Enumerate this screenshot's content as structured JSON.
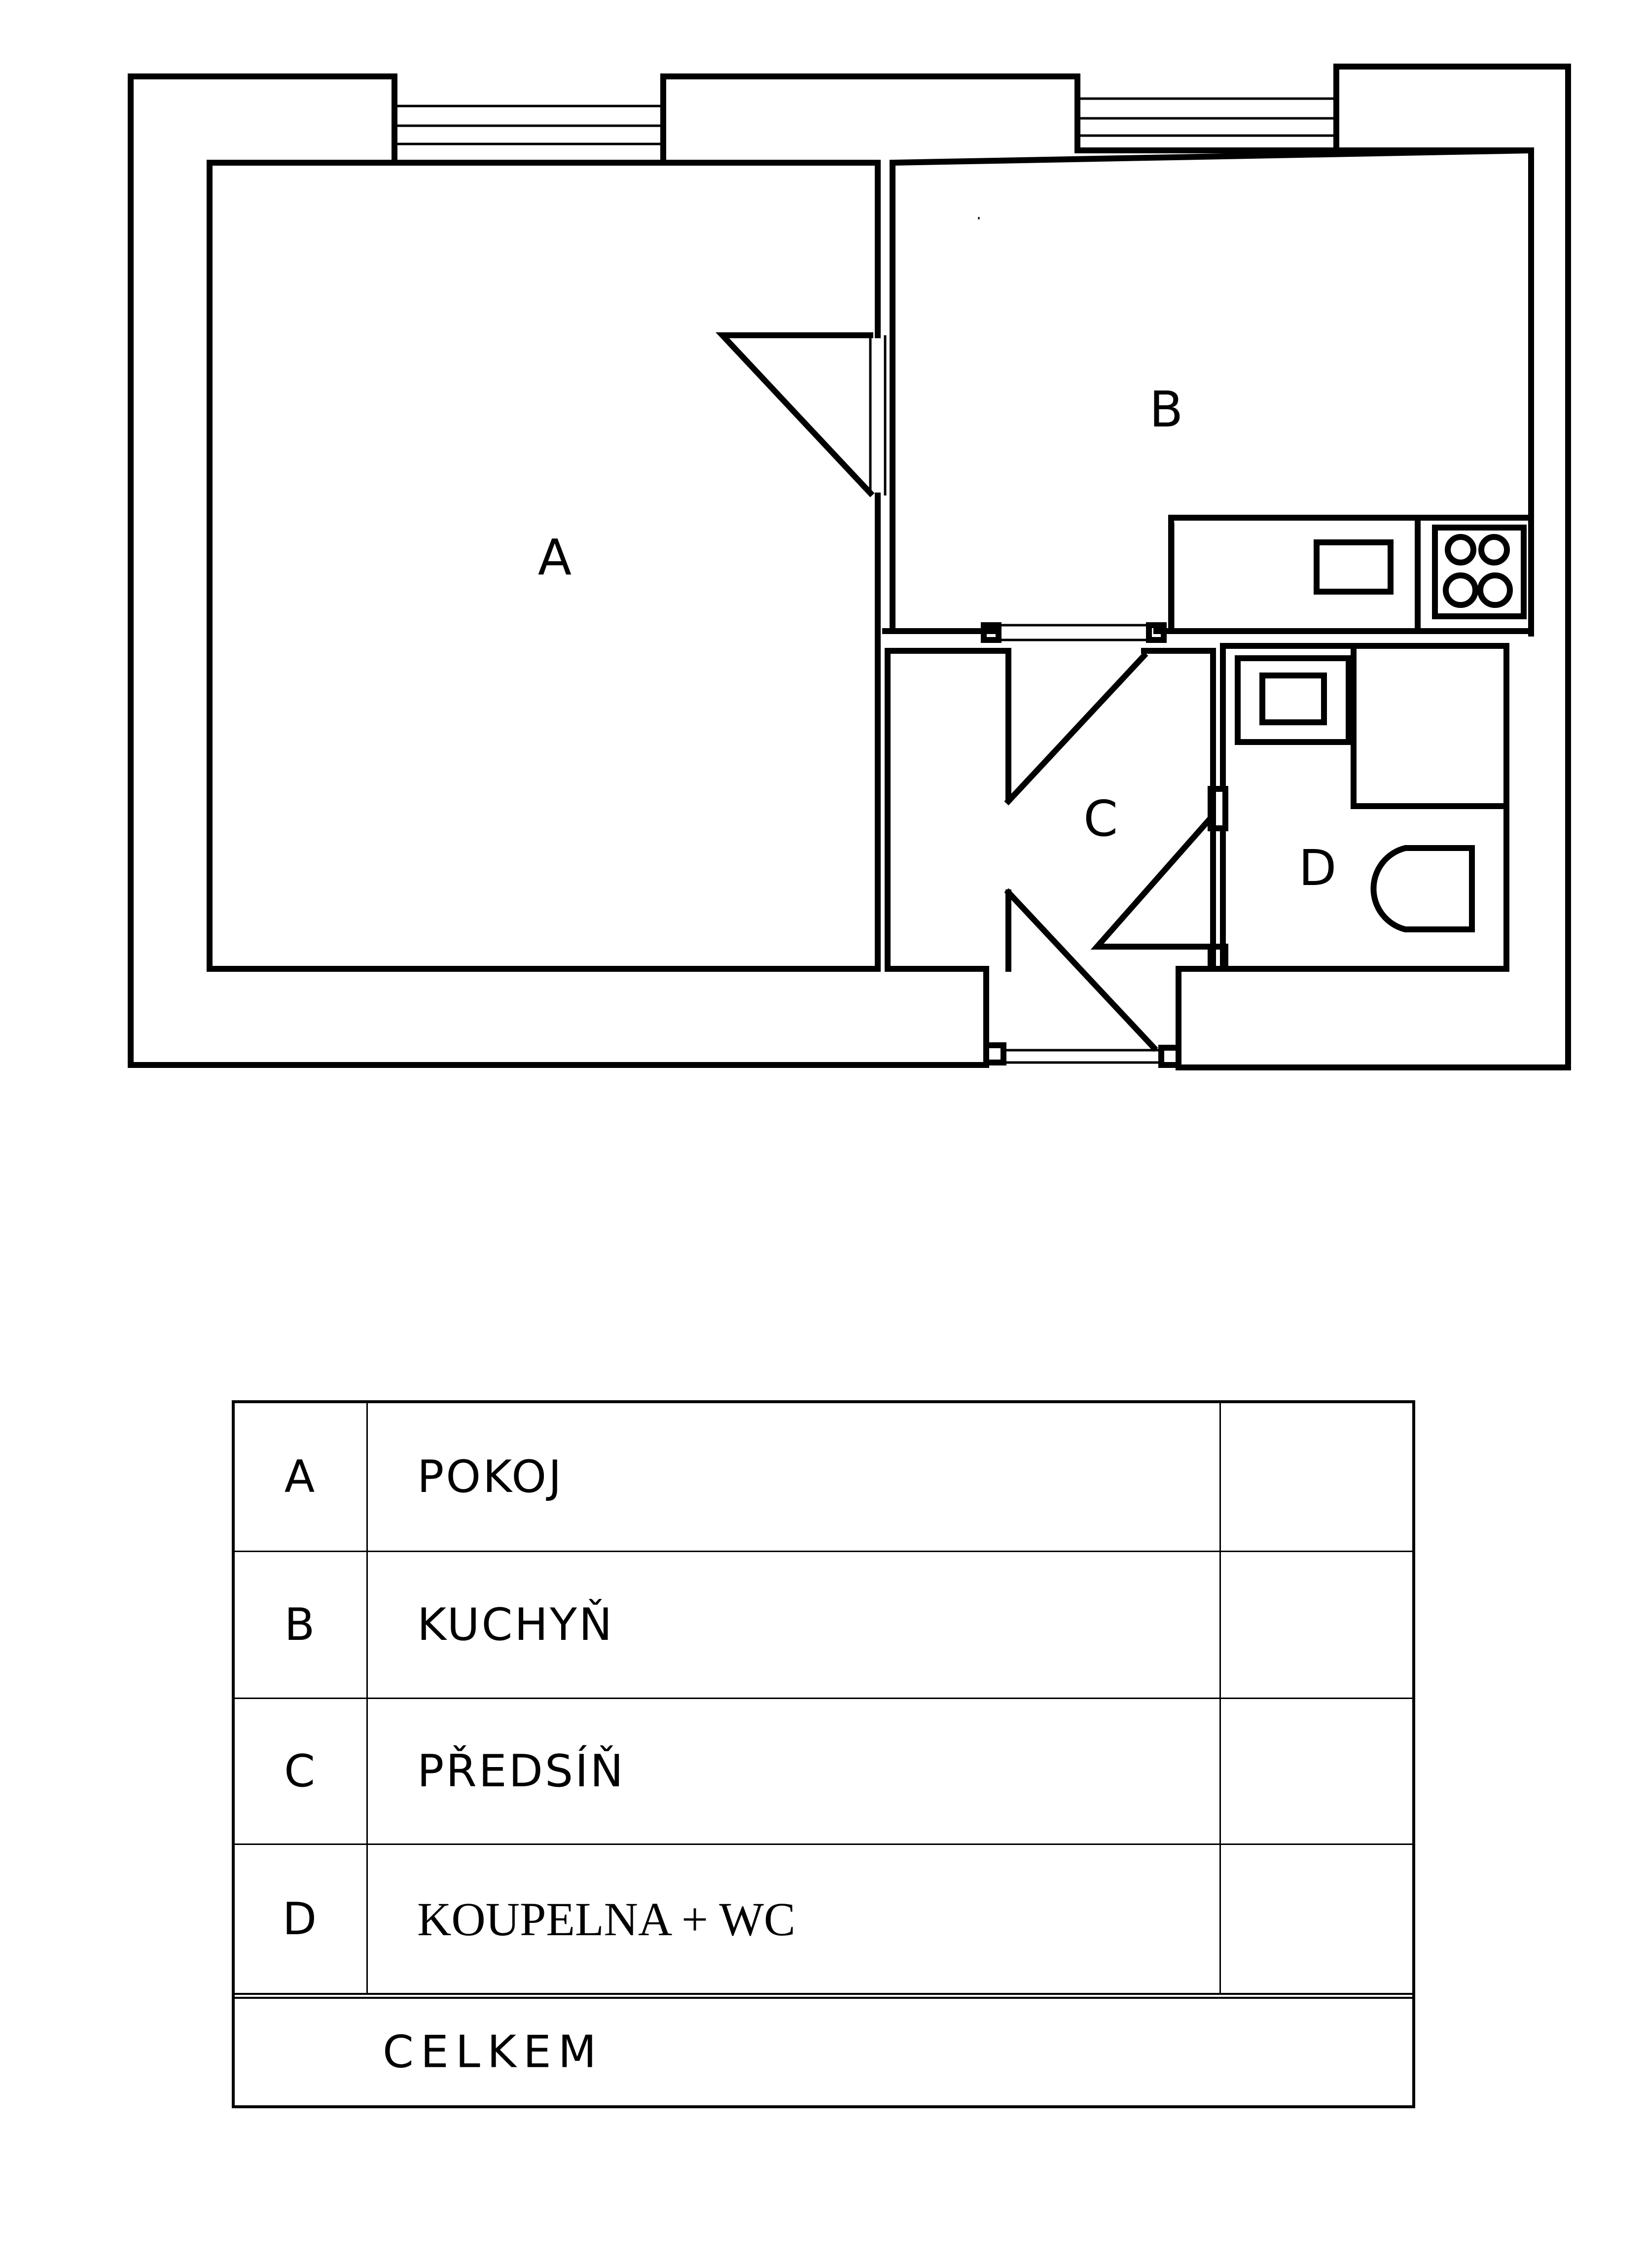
{
  "floor_plan": {
    "rooms": [
      {
        "code": "A"
      },
      {
        "code": "B"
      },
      {
        "code": "C"
      },
      {
        "code": "D"
      }
    ]
  },
  "legend": {
    "rows": [
      {
        "code": "A",
        "name": "POKOJ",
        "area": ""
      },
      {
        "code": "B",
        "name": "KUCHYŇ",
        "area": ""
      },
      {
        "code": "C",
        "name": "PŘEDSÍŇ",
        "area": ""
      },
      {
        "code": "D",
        "name": "KOUPELNA + WC",
        "area": ""
      }
    ],
    "total_label": "CELKEM",
    "total_value": ""
  }
}
